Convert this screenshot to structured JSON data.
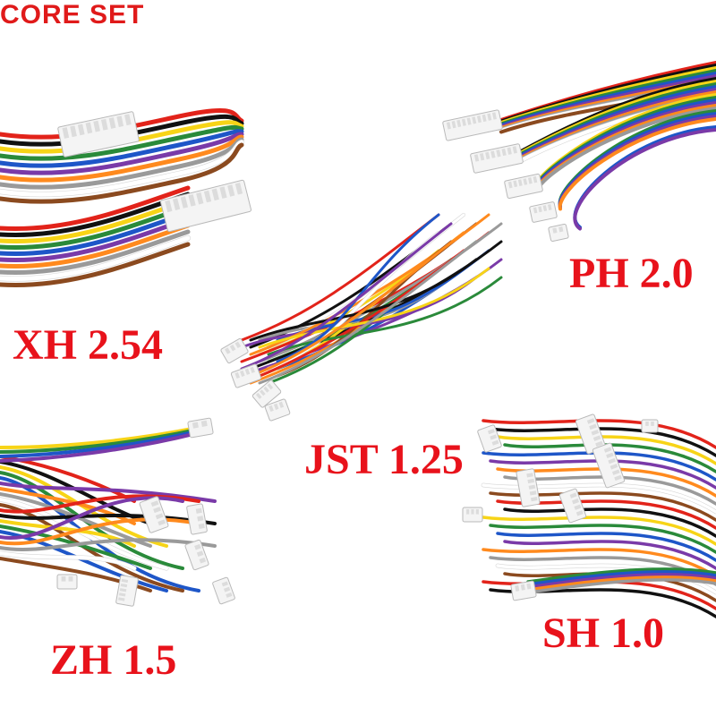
{
  "brand": {
    "name": "CORE SET",
    "color": "#e01a1a"
  },
  "labels": {
    "xh": "XH 2.54",
    "ph": "PH 2.0",
    "jst": "JST 1.25",
    "zh": "ZH 1.5",
    "sh": "SH 1.0"
  },
  "colors": {
    "label_text": "#e8121b",
    "connector_housing": "#f4f4f4",
    "wire_palette": [
      "#e2231a",
      "#111111",
      "#f7d417",
      "#2a8a3a",
      "#1e56c8",
      "#7a3aa8",
      "#ff8a1e",
      "#9a9a9a",
      "#ffffff",
      "#8b4a1f"
    ]
  },
  "products": [
    {
      "key": "xh",
      "icon": "xh-cable-bundle-image"
    },
    {
      "key": "ph",
      "icon": "ph-cable-bundle-image"
    },
    {
      "key": "jst",
      "icon": "jst-cable-bundle-image"
    },
    {
      "key": "zh",
      "icon": "zh-cable-bundle-image"
    },
    {
      "key": "sh",
      "icon": "sh-cable-bundle-image"
    }
  ]
}
